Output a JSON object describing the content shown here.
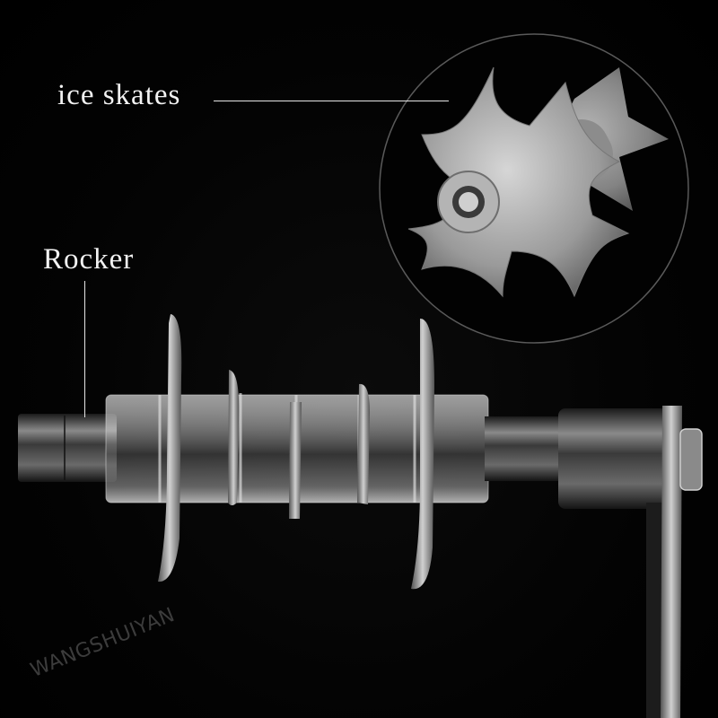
{
  "callouts": {
    "ice_skates": "ice skates",
    "rocker": "Rocker"
  },
  "watermark": "WANGSHUIYAN",
  "colors": {
    "background": "#000000",
    "label_text": "#f2f2f2",
    "leader_line": "#e6e6e6",
    "watermark": "#3c3c3c",
    "metal_light": "#c8c8c8",
    "metal_dark": "#3a3a3a"
  },
  "scene": {
    "subject": "metal spindle with clear plastic spacers, star-shaped blades and crank stand",
    "inset": "circular close-up of star-shaped ice skate blade"
  }
}
